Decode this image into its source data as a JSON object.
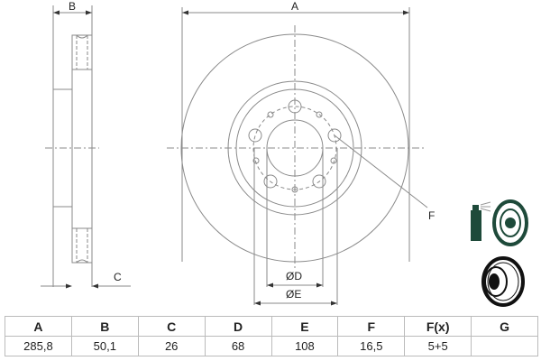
{
  "drawing": {
    "labels": {
      "A": "A",
      "B": "B",
      "C": "C",
      "D": "ØD",
      "E": "ØE",
      "F": "F"
    },
    "line_color": "#8a8a8a",
    "dark_color": "#222222",
    "icon_green": "#1e4a3a"
  },
  "spec_table": {
    "headers": [
      "A",
      "B",
      "C",
      "D",
      "E",
      "F",
      "F(x)",
      "G"
    ],
    "values": [
      "285,8",
      "50,1",
      "26",
      "68",
      "108",
      "16,5",
      "5+5",
      ""
    ]
  },
  "icons": [
    {
      "name": "spray-can-disc-coating-icon"
    },
    {
      "name": "ventilated-brake-disc-icon"
    }
  ]
}
